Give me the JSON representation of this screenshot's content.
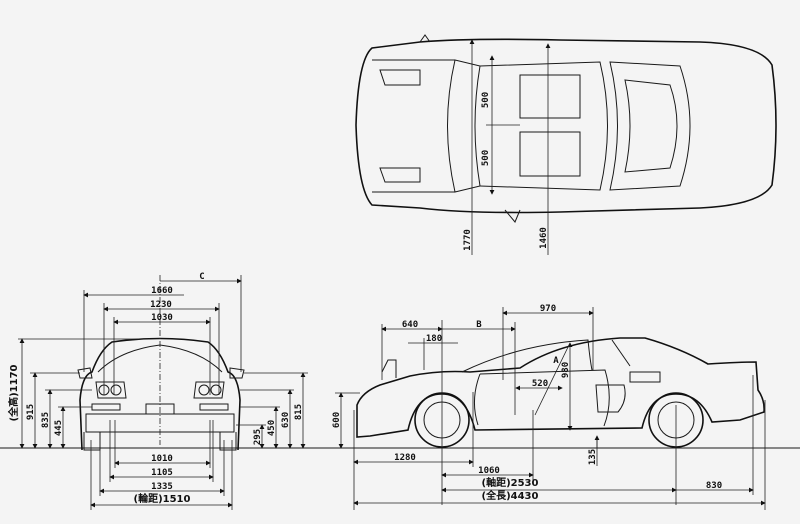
{
  "top_view": {
    "seat_width_1": "500",
    "seat_width_2": "500",
    "overall_width_mirrors": "1770",
    "body_width": "1460"
  },
  "front_view": {
    "c_label": "C",
    "width_1660": "1660",
    "width_1230": "1230",
    "width_1030": "1030",
    "overall_height": "(全高)1170",
    "h_915": "915",
    "h_835": "835",
    "h_445": "445",
    "h_295": "295",
    "h_450": "450",
    "h_630": "630",
    "h_815": "815",
    "w_1010": "1010",
    "w_1105": "1105",
    "w_1335": "1335",
    "tread": "(輪距)1510"
  },
  "side_view": {
    "d_640": "640",
    "d_b": "B",
    "d_970": "970",
    "d_180": "180",
    "d_a": "A",
    "d_980": "980",
    "d_520": "520",
    "h_600": "600",
    "d_1280": "1280",
    "d_1060": "1060",
    "d_135": "135",
    "wheelbase": "(軸距)2530",
    "rear_overhang": "830",
    "overall_length": "(全長)4430"
  }
}
